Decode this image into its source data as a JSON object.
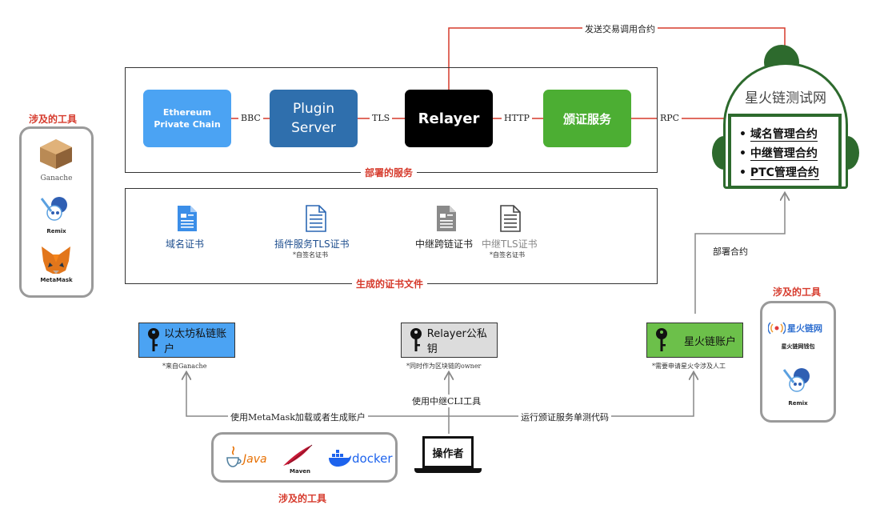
{
  "deploy": {
    "frame_title": "部署的服务",
    "ethereum": "Ethereum\nPrivate Chain",
    "plugin": "Plugin\nServer",
    "relayer": "Relayer",
    "cert_service": "颁证服务",
    "edge_bbc": "BBC",
    "edge_tls": "TLS",
    "edge_http": "HTTP",
    "edge_rpc": "RPC",
    "edge_send_tx": "发送交易调用合约"
  },
  "testnet": {
    "title": "星火链测试网",
    "contracts": [
      "域名管理合约",
      "中继管理合约",
      "PTC管理合约"
    ]
  },
  "certs": {
    "frame_title": "生成的证书文件",
    "domain_cert": "域名证书",
    "plugin_tls_cert": "插件服务TLS证书",
    "plugin_tls_note": "*自签名证书",
    "relay_cross_cert": "中继跨链证书",
    "relay_tls_cert": "中继TLS证书",
    "relay_tls_note": "*自签名证书"
  },
  "accounts": {
    "eth_account": "以太坊私链账户",
    "eth_note": "*来自Ganache",
    "relayer_key": "Relayer公私钥",
    "relayer_note": "*同时作为区块链的owner",
    "bif_account": "星火链账户",
    "bif_note": "*需要申请星火令涉及人工"
  },
  "flows": {
    "deploy_contract": "部署合约",
    "use_cli": "使用中继CLI工具",
    "use_metamask": "使用MetaMask加载或者生成账户",
    "run_tests": "运行颁证服务单测代码"
  },
  "operator": "操作者",
  "tools": {
    "title": "涉及的工具",
    "left": [
      "Ganache",
      "Remix",
      "MetaMask"
    ],
    "right": [
      "星火链网",
      "星火链网钱包",
      "Remix"
    ],
    "bottom": [
      "Java",
      "Maven",
      "docker"
    ]
  },
  "colors": {
    "ethereum": "#4ba3f3",
    "plugin": "#2f6fad",
    "relayer": "#000000",
    "cert_service": "#4cae33",
    "wire_red": "#d63a2c",
    "wire_gray": "#888888",
    "testnet_green": "#2d6a2d"
  }
}
